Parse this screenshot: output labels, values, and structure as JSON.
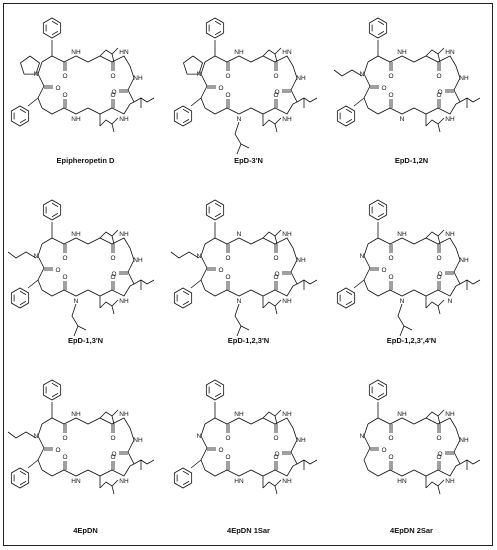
{
  "figure": {
    "structures": [
      {
        "id": "s1",
        "caption": "Epipheropetin D"
      },
      {
        "id": "s2",
        "caption": "EpD-3'N"
      },
      {
        "id": "s3",
        "caption": "EpD-1,2N"
      },
      {
        "id": "s4",
        "caption": "EpD-1,3'N"
      },
      {
        "id": "s5",
        "caption": "EpD-1,2,3'N"
      },
      {
        "id": "s6",
        "caption": "EpD-1,2,3',4'N"
      },
      {
        "id": "s7",
        "caption": "4EpDN"
      },
      {
        "id": "s8",
        "caption": "4EpDN 1Sar"
      },
      {
        "id": "s9",
        "caption": "4EpDN 2Sar"
      }
    ],
    "atom_labels": {
      "N": "N",
      "O": "O",
      "NH": "NH",
      "HN": "HN"
    }
  }
}
